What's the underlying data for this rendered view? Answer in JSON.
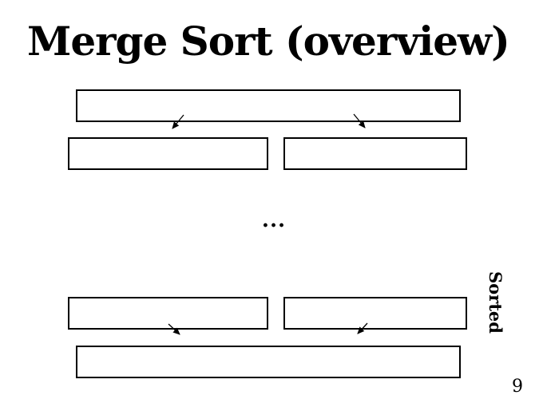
{
  "slide": {
    "title": "Merge Sort (overview)",
    "ellipsis": "...",
    "sorted_label": "Sorted",
    "page_number": "9"
  },
  "colors": {
    "background": "#ffffff",
    "line": "#000000",
    "text": "#000000"
  }
}
